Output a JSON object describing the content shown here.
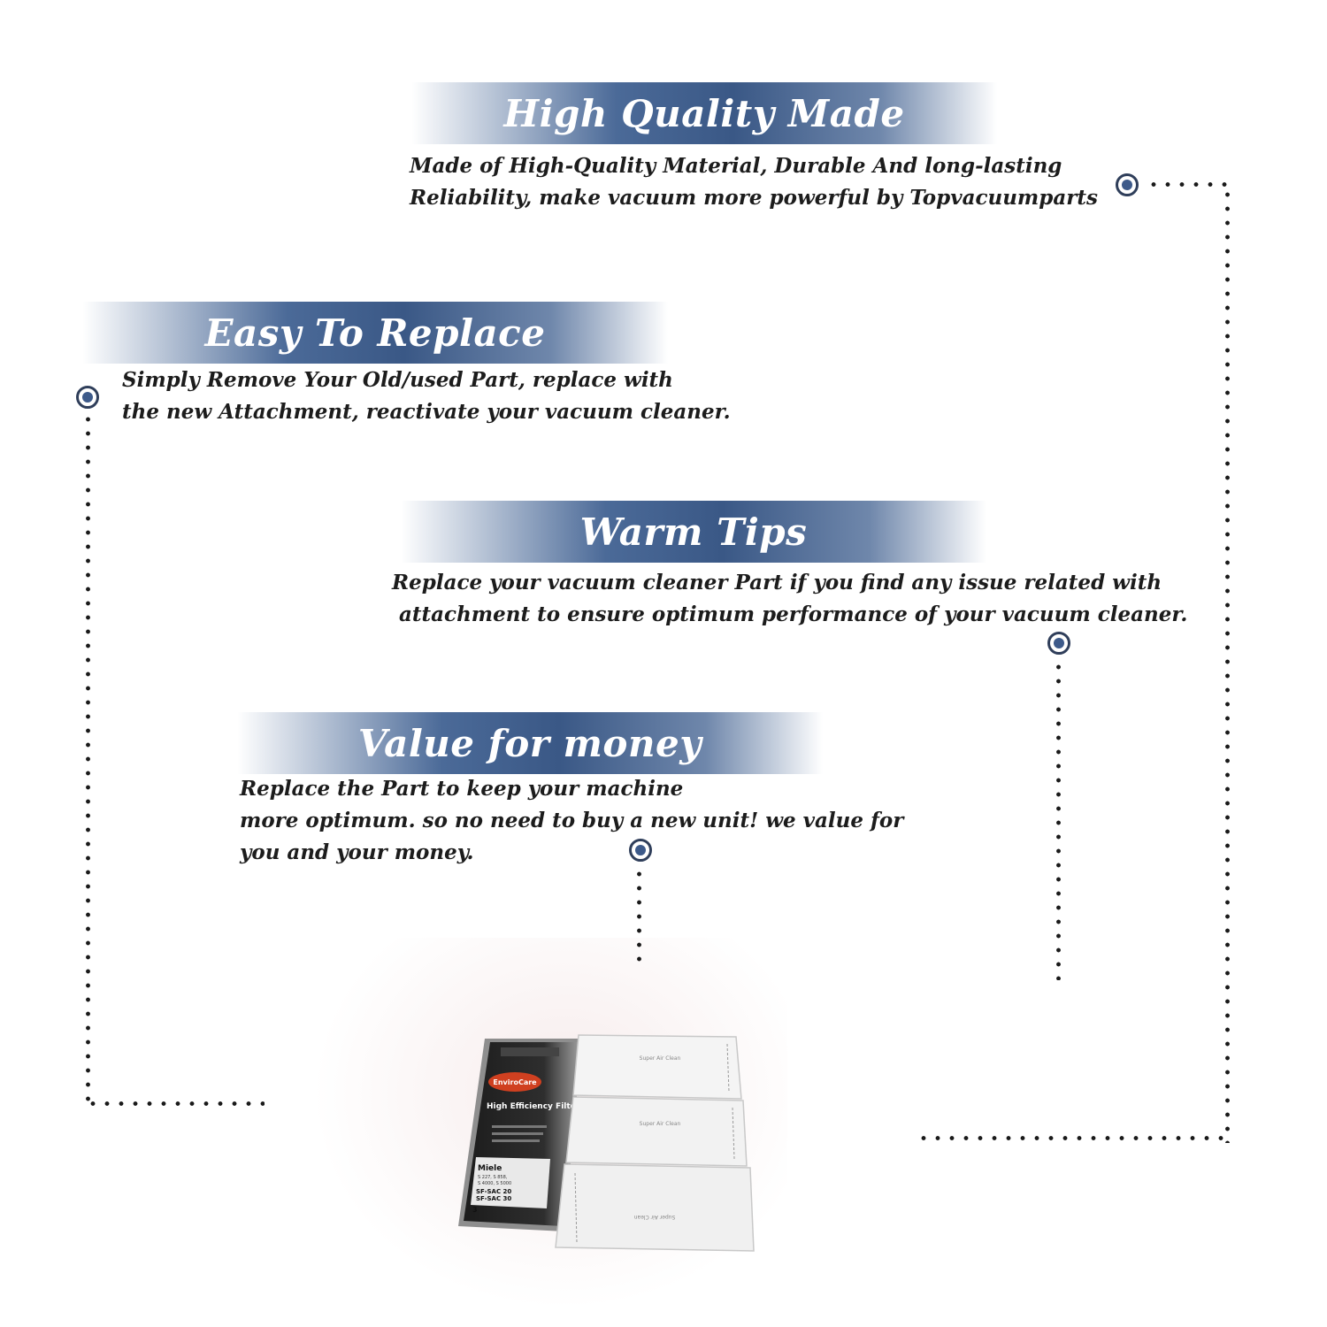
{
  "sections": [
    {
      "title": "High Quality Made",
      "lines": [
        "Made of  High-Quality Material, Durable And long-lasting",
        "Reliability, make vacuum more powerful by Topvacuumparts"
      ]
    },
    {
      "title": "Easy To Replace",
      "lines": [
        "Simply Remove Your Old/used Part, replace with",
        "the new Attachment, reactivate your vacuum cleaner."
      ]
    },
    {
      "title": "Warm Tips",
      "lines": [
        "Replace your vacuum cleaner Part if you find any issue related with",
        " attachment to ensure optimum performance of your vacuum cleaner."
      ]
    },
    {
      "title": "Value for money",
      "lines": [
        "Replace the Part to keep your machine",
        "more optimum. so no need to buy a new unit! we value for",
        "you and your money."
      ]
    }
  ],
  "product": {
    "package_brand": "EnviroCare",
    "package_title": "High Efficiency Filters",
    "package_brand_name": "Miele",
    "package_models": [
      "S 227, S 858,",
      "S 4000, S 5000"
    ],
    "package_codes": [
      "SF-SAC 20",
      "SF-SAC 30"
    ],
    "package_count": "3",
    "filter_label": "Super Air Clean"
  },
  "colors": {
    "banner": "#3a5886",
    "marker_fill": "#3d5a8a",
    "dots": "#1a1a1a",
    "text": "#1c1c1c"
  }
}
